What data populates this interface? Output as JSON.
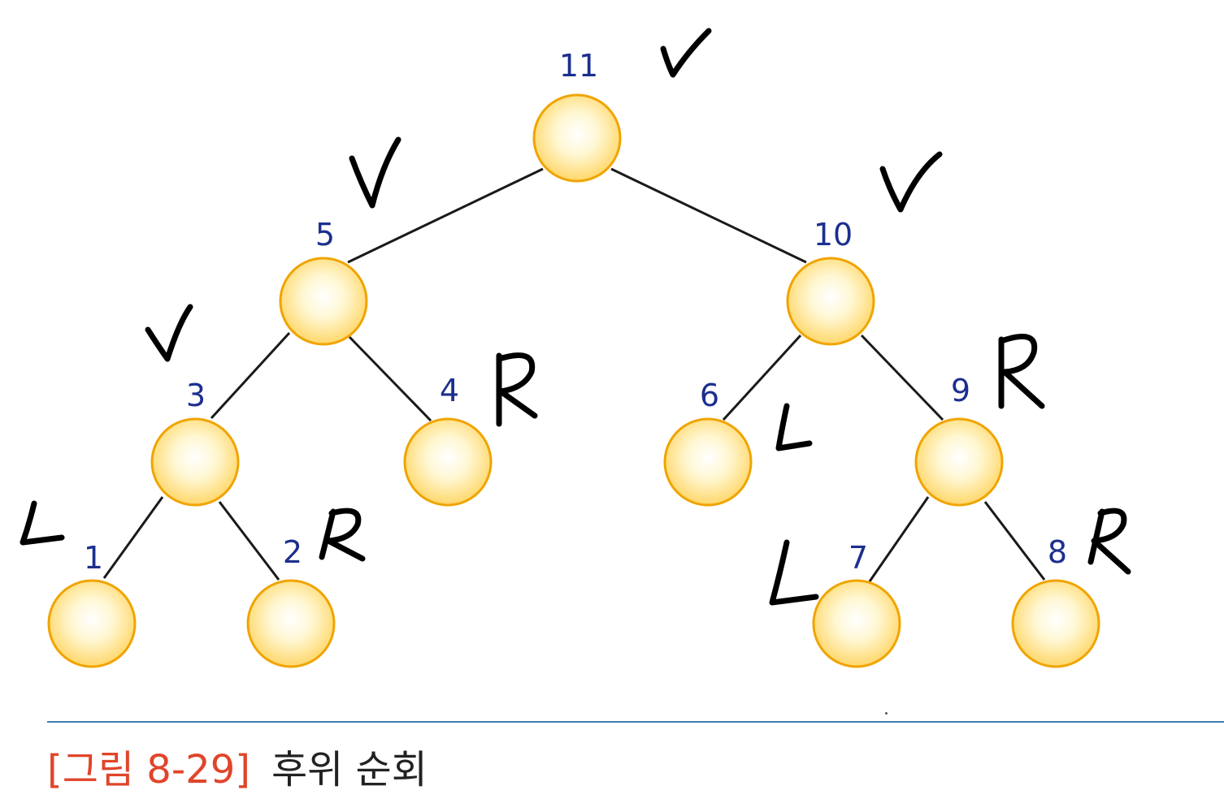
{
  "diagram": {
    "type": "binary-tree",
    "nodes": [
      {
        "id": "root",
        "order": "11",
        "mark": "V"
      },
      {
        "id": "L",
        "order": "5",
        "mark": "V"
      },
      {
        "id": "R",
        "order": "10",
        "mark": "V"
      },
      {
        "id": "LL",
        "order": "3",
        "mark": "V"
      },
      {
        "id": "LR",
        "order": "4",
        "mark": "R"
      },
      {
        "id": "RL",
        "order": "6",
        "mark": "L"
      },
      {
        "id": "RR",
        "order": "9",
        "mark": "R"
      },
      {
        "id": "LLL",
        "order": "1",
        "mark": "L"
      },
      {
        "id": "LLR",
        "order": "2",
        "mark": "R"
      },
      {
        "id": "RRL",
        "order": "7",
        "mark": "L"
      },
      {
        "id": "RRR",
        "order": "8",
        "mark": "R"
      }
    ],
    "edges": [
      [
        "root",
        "L"
      ],
      [
        "root",
        "R"
      ],
      [
        "L",
        "LL"
      ],
      [
        "L",
        "LR"
      ],
      [
        "R",
        "RL"
      ],
      [
        "R",
        "RR"
      ],
      [
        "LL",
        "LLL"
      ],
      [
        "LL",
        "LLR"
      ],
      [
        "RR",
        "RRL"
      ],
      [
        "RR",
        "RRR"
      ]
    ],
    "colors": {
      "node_fill": "#ffe58a",
      "node_stroke": "#f0a400",
      "label": "#1c2f8f",
      "caption_label": "#e0452b",
      "rule": "#3c7fb3"
    }
  },
  "caption": {
    "label": "[그림 8-29]",
    "text": "후위 순회"
  }
}
